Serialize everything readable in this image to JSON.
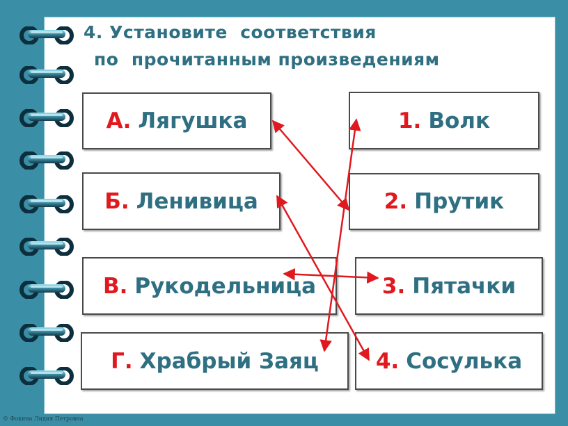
{
  "title": {
    "line1": "4. Установите  соответствия",
    "line2": "по  прочитанным произведениям"
  },
  "left_items": [
    {
      "letter": "А.",
      "label": "Лягушка"
    },
    {
      "letter": "Б.",
      "label": "Ленивица"
    },
    {
      "letter": "В.",
      "label": "Рукодельница"
    },
    {
      "letter": "Г.",
      "label": "Храбрый Заяц"
    }
  ],
  "right_items": [
    {
      "number": "1.",
      "label": "Волк"
    },
    {
      "number": "2.",
      "label": "Прутик"
    },
    {
      "number": "3.",
      "label": "Пятачки"
    },
    {
      "number": "4.",
      "label": "Сосулька"
    }
  ],
  "matches": [
    {
      "from": "А",
      "to": "2"
    },
    {
      "from": "Б",
      "to": "4"
    },
    {
      "from": "В",
      "to": "3"
    },
    {
      "from": "Г",
      "to": "1"
    }
  ],
  "copyright": "© Фокина Лидия Петровна",
  "colors": {
    "background": "#3a8fa7",
    "text": "#2e6f82",
    "letter_red": "#e0191f",
    "arrow": "#e0191f"
  }
}
